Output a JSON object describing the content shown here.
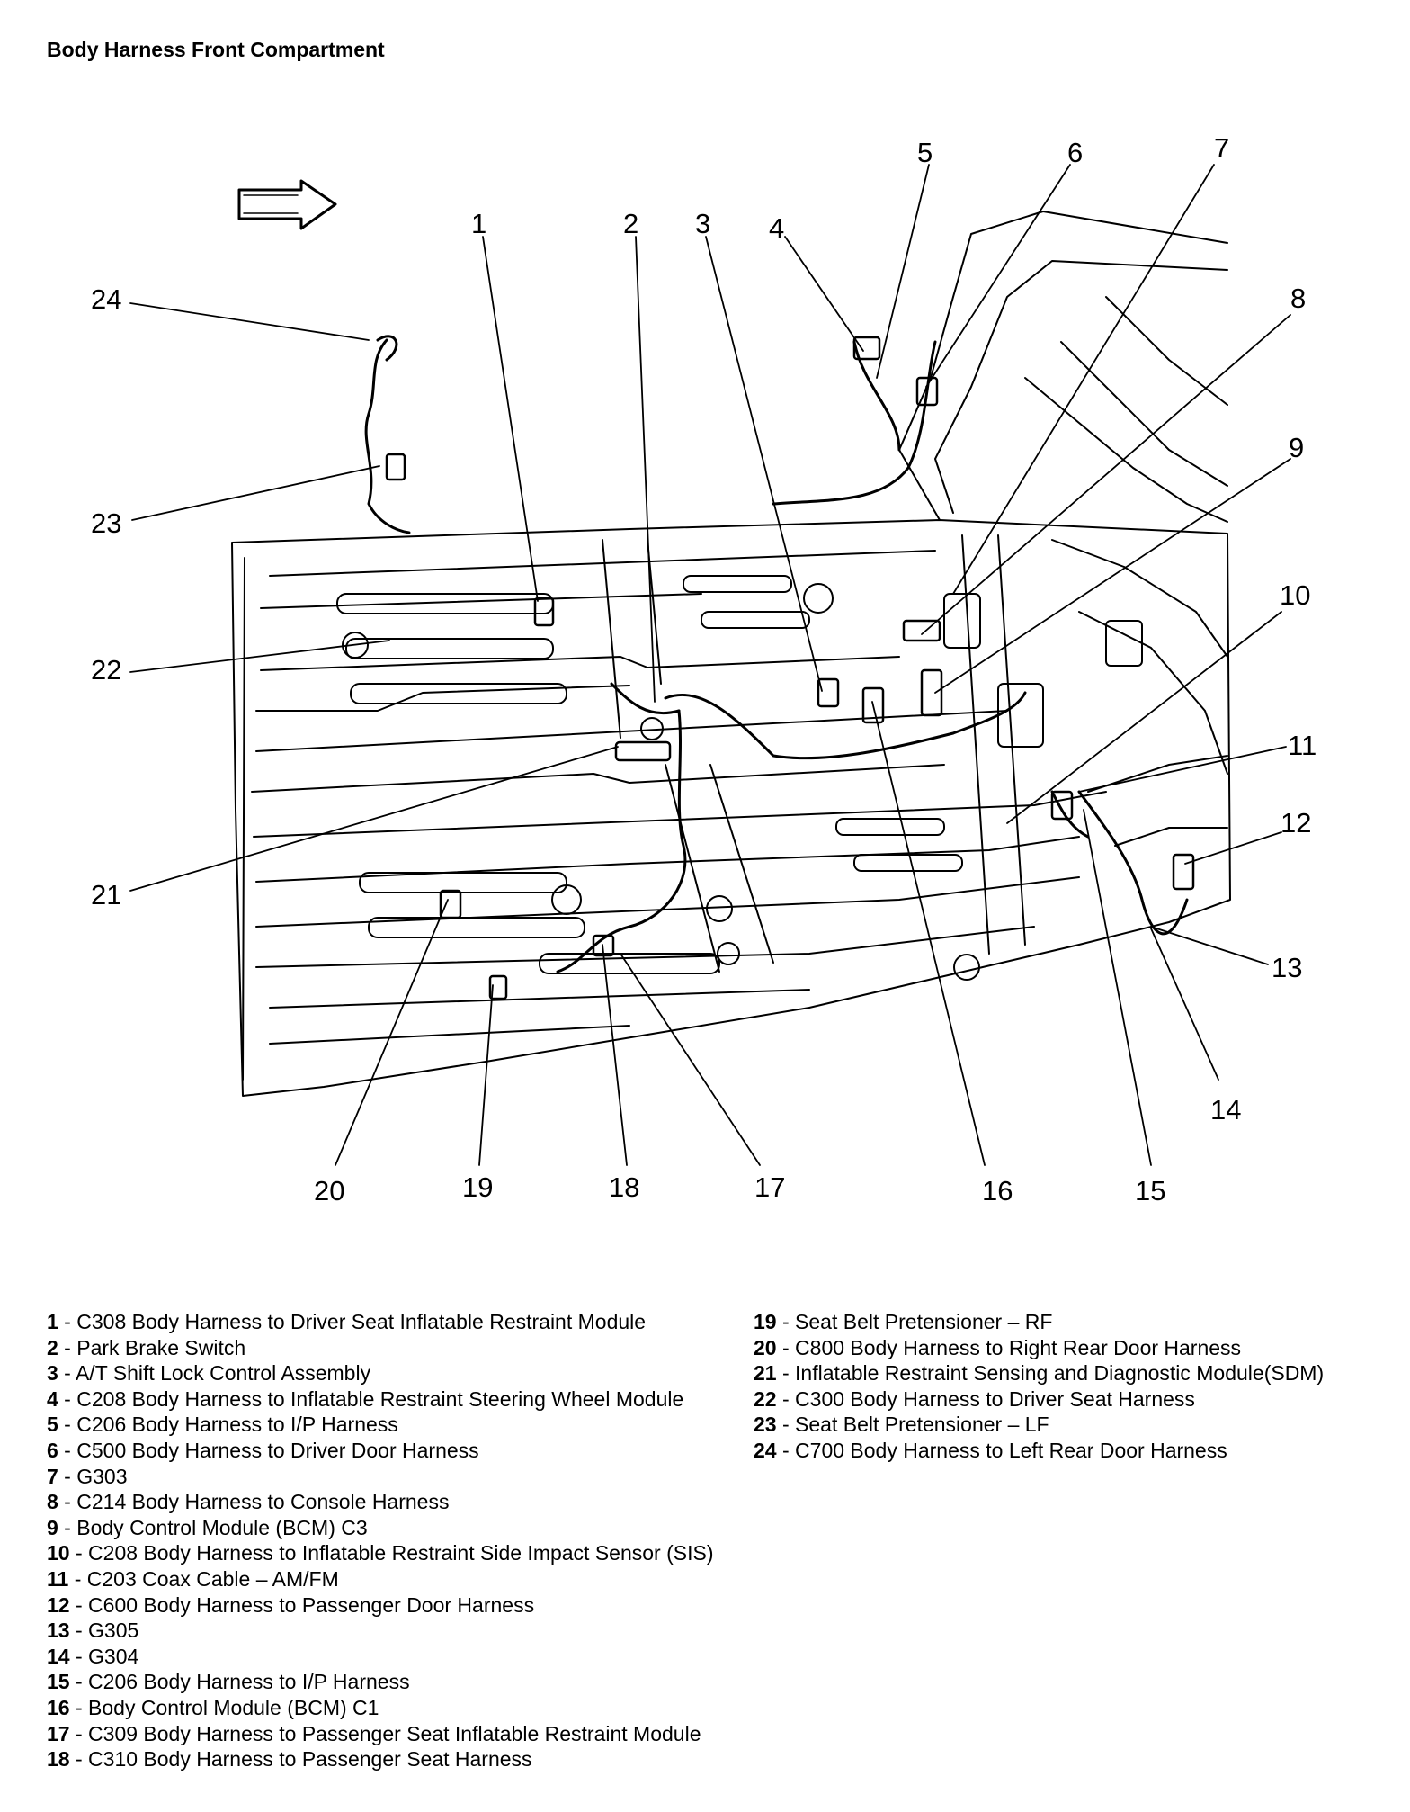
{
  "title": "Body Harness Front Compartment",
  "callouts": [
    "1",
    "2",
    "3",
    "4",
    "5",
    "6",
    "7",
    "8",
    "9",
    "10",
    "11",
    "12",
    "13",
    "14",
    "15",
    "16",
    "17",
    "18",
    "19",
    "20",
    "21",
    "22",
    "23",
    "24"
  ],
  "legend": [
    {
      "num": "1",
      "text": "C308 Body Harness to Driver Seat Inflatable Restraint Module"
    },
    {
      "num": "2",
      "text": "Park Brake Switch"
    },
    {
      "num": "3",
      "text": "A/T Shift Lock Control Assembly"
    },
    {
      "num": "4",
      "text": "C208 Body Harness to Inflatable Restraint Steering Wheel Module"
    },
    {
      "num": "5",
      "text": "C206 Body Harness to I/P Harness"
    },
    {
      "num": "6",
      "text": "C500 Body Harness to Driver Door Harness"
    },
    {
      "num": "7",
      "text": "G303"
    },
    {
      "num": "8",
      "text": "C214 Body Harness to Console Harness"
    },
    {
      "num": "9",
      "text": "Body Control Module (BCM) C3"
    },
    {
      "num": "10",
      "text": "C208 Body Harness to Inflatable Restraint Side Impact Sensor (SIS)"
    },
    {
      "num": "11",
      "text": "C203 Coax Cable – AM/FM"
    },
    {
      "num": "12",
      "text": "C600 Body Harness to Passenger Door Harness"
    },
    {
      "num": "13",
      "text": "G305"
    },
    {
      "num": "14",
      "text": "G304"
    },
    {
      "num": "15",
      "text": "C206 Body Harness to I/P Harness"
    },
    {
      "num": "16",
      "text": "Body Control Module (BCM) C1"
    },
    {
      "num": "17",
      "text": "C309 Body Harness to Passenger Seat Inflatable Restraint Module"
    },
    {
      "num": "18",
      "text": "C310 Body Harness to Passenger Seat Harness"
    },
    {
      "num": "19",
      "text": "Seat Belt Pretensioner – RF"
    },
    {
      "num": "20",
      "text": "C800 Body Harness to Right Rear Door Harness"
    },
    {
      "num": "21",
      "text": "Inflatable Restraint Sensing and Diagnostic Module(SDM)"
    },
    {
      "num": "22",
      "text": "C300 Body Harness to Driver Seat Harness"
    },
    {
      "num": "23",
      "text": "Seat Belt Pretensioner – LF"
    },
    {
      "num": "24",
      "text": "C700 Body Harness to Left Rear Door Harness"
    }
  ]
}
